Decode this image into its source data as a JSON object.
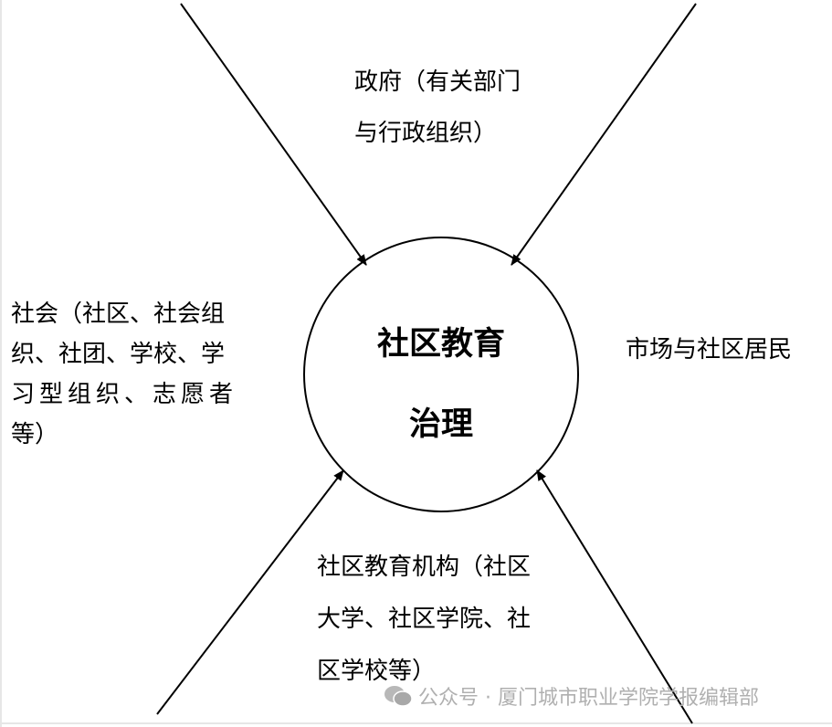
{
  "diagram": {
    "center": {
      "line1": "社区教育",
      "line2": "治理"
    },
    "top": {
      "line1": "政府（有关部门",
      "line2": "与行政组织）"
    },
    "left": {
      "line1": "社会（社区、社会组",
      "line2": "织、社团、学校、学",
      "line3": "习型组织、志愿者",
      "line4": "等）"
    },
    "right": {
      "line1": "市场与社区居民"
    },
    "bottom": {
      "line1": "社区教育机构（社区",
      "line2": "大学、社区学院、社",
      "line3": "区学校等）"
    }
  },
  "watermark": {
    "text": "公众号 · 厦门城市职业学院学报编辑部"
  }
}
